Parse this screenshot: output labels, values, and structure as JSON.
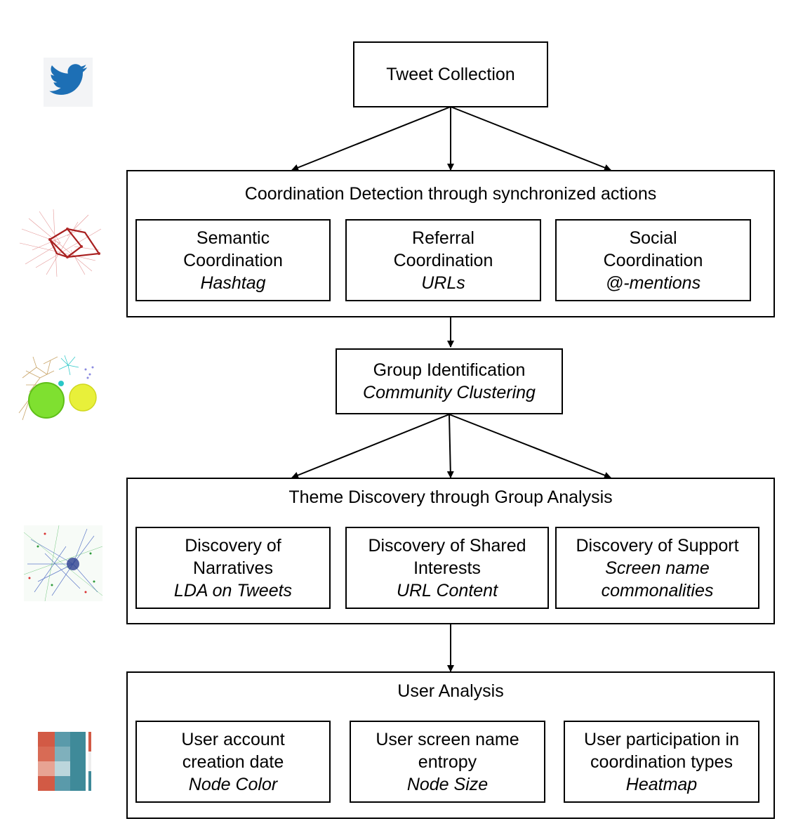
{
  "tweet_collection": {
    "label": "Tweet Collection"
  },
  "coordination": {
    "title": "Coordination Detection through synchronized actions",
    "items": [
      {
        "line1": "Semantic",
        "line2": "Coordination",
        "sub": "Hashtag"
      },
      {
        "line1": "Referral",
        "line2": "Coordination",
        "sub": "URLs"
      },
      {
        "line1": "Social",
        "line2": "Coordination",
        "sub": "@-mentions"
      }
    ]
  },
  "group_identification": {
    "line1": "Group Identification",
    "sub": "Community Clustering"
  },
  "theme_discovery": {
    "title": "Theme Discovery through Group Analysis",
    "items": [
      {
        "line1": "Discovery of",
        "line2": "Narratives",
        "sub": "LDA on Tweets"
      },
      {
        "line1": "Discovery of Shared",
        "line2": "Interests",
        "sub": "URL Content"
      },
      {
        "line1": "Discovery of Support",
        "sub": "Screen name",
        "sub2": "commonalities"
      }
    ]
  },
  "user_analysis": {
    "title": "User Analysis",
    "items": [
      {
        "line1": "User account",
        "line2": "creation date",
        "sub": "Node Color"
      },
      {
        "line1": "User screen name",
        "line2": "entropy",
        "sub": "Node Size"
      },
      {
        "line1": "User participation in",
        "line2": "coordination types",
        "sub": "Heatmap"
      }
    ]
  },
  "icons": [
    "twitter-bird-icon",
    "network-graph-icon",
    "cluster-graph-icon",
    "dense-network-icon",
    "heatmap-icon"
  ],
  "colors": {
    "twitter_blue": "#1d6fb5",
    "network_red": "#b22a2a",
    "cluster_green": "#7fe030",
    "cluster_yellow": "#e8f03a",
    "heatmap_red": "#d25a45",
    "heatmap_teal": "#3f8a99"
  }
}
